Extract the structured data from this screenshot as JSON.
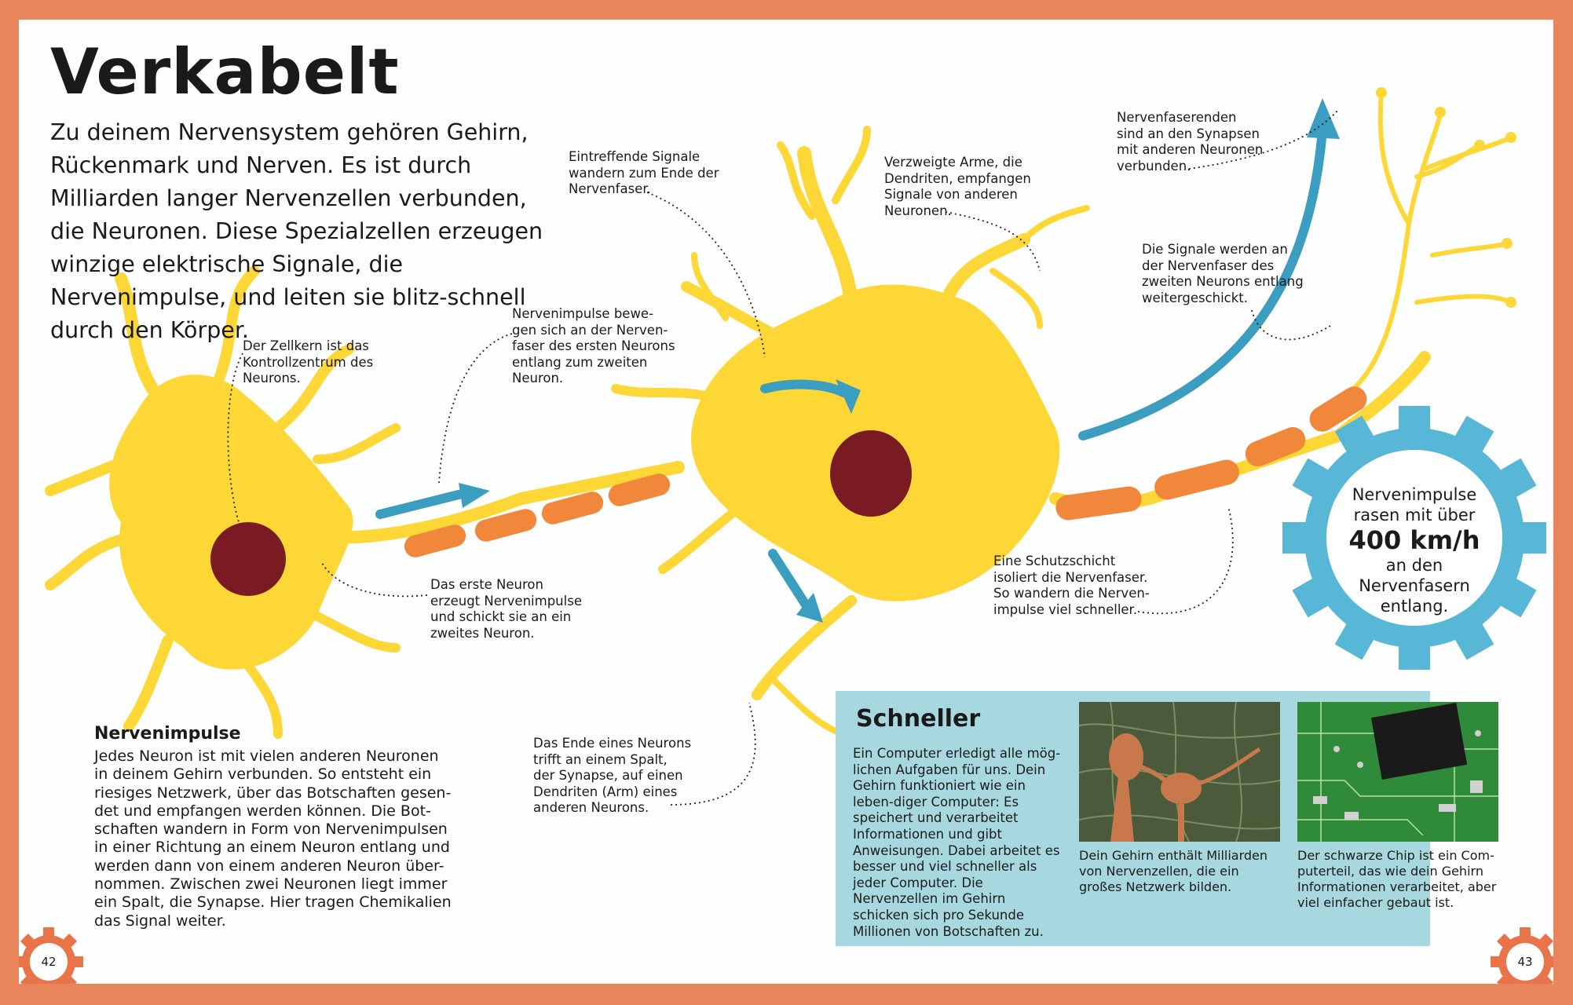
{
  "title": "Verkabelt",
  "intro": "Zu deinem Nervensystem gehören Gehirn, Rückenmark und Nerven. Es ist durch Milliarden langer Nervenzellen verbunden, die Neuronen. Diese Spezialzellen erzeugen winzige elektrische Signale, die Nervenimpulse, und leiten sie blitz-schnell durch den Körper.",
  "annotations": {
    "zellkern": "Der Zellkern ist das\nKontrollzentrum des\nNeurons.",
    "impulse_bewegen": "Nervenimpulse bewe-\ngen sich an der Nerven-\nfaser des ersten Neurons\nentlang zum zweiten\nNeuron.",
    "eintreffende": "Eintreffende Signale\nwandern zum Ende der\nNervenfaser.",
    "verzweigte": "Verzweigte Arme, die\nDendriten, empfangen\nSignale von anderen\nNeuronen.",
    "nervenfaserenden": "Nervenfaserenden\nsind an den Synapsen\nmit anderen Neuronen\nverbunden.",
    "signale_weiter": "Die Signale werden an\nder Nervenfaser des\nzweiten Neurons entlang\nweitergeschickt.",
    "erste_neuron": "Das erste Neuron\nerzeugt Nervenimpulse\nund schickt sie an ein\nzweites Neuron.",
    "schutzschicht": "Eine Schutzschicht\nisoliert die Nervenfaser.\nSo wandern die Nerven-\nimpulse viel schneller.",
    "ende_neuron": "Das Ende eines Neurons\ntrifft an einem Spalt,\nder Synapse, auf einen\nDendriten (Arm) eines\nanderen Neurons."
  },
  "gear_fact": {
    "line1": "Nervenimpulse",
    "line2": "rasen mit über",
    "speed": "400 km/h",
    "line3": "an den",
    "line4": "Nervenfasern",
    "line5": "entlang."
  },
  "nervenimpulse": {
    "heading": "Nervenimpulse",
    "body": "Jedes Neuron ist mit vielen anderen Neuronen in deinem Gehirn verbunden. So entsteht ein riesiges Netzwerk, über das Botschaften gesen-det und empfangen werden können. Die Bot-schaften wandern in Form von Nervenimpulsen in einer Richtung an einem Neuron entlang und werden dann von einem anderen Neuron über-nommen. Zwischen zwei Neuronen liegt immer ein Spalt, die Synapse. Hier tragen Chemikalien das Signal weiter."
  },
  "schneller": {
    "heading": "Schneller",
    "body": "Ein Computer erledigt alle mög-lichen Aufgaben für uns. Dein Gehirn funktioniert wie ein leben-diger Computer: Es speichert und verarbeitet Informationen und gibt Anweisungen. Dabei arbeitet es besser und viel schneller als jeder Computer. Die Nervenzellen im Gehirn schicken sich pro Sekunde Millionen von Botschaften zu.",
    "caption_brain": "Dein Gehirn enthält Milliarden von Nervenzellen, die ein großes Netzwerk bilden.",
    "caption_chip": "Der schwarze Chip ist ein Com-puterteil, das wie dein Gehirn Informationen verarbeitet, aber viel einfacher gebaut ist."
  },
  "page_left": "42",
  "page_right": "43",
  "colors": {
    "border": "#e9855c",
    "neuron_yellow": "#fcd736",
    "nucleus": "#7a1a22",
    "myelin": "#f0873a",
    "arrow_blue": "#3b9dc0",
    "gear": "#58b7d6",
    "box": "#a7d8df",
    "page_badge": "#e9744a"
  }
}
